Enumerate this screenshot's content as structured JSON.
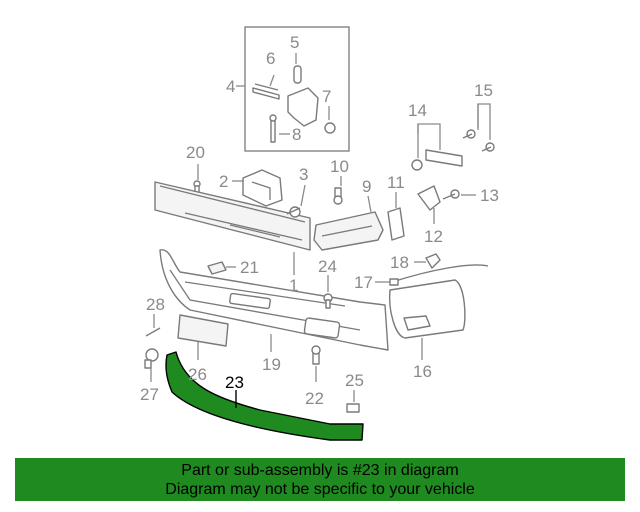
{
  "highlight": {
    "part_number": "23",
    "color": "#1f8a1f"
  },
  "callouts": {
    "c1": "1",
    "c2": "2",
    "c3": "3",
    "c4": "4",
    "c5": "5",
    "c6": "6",
    "c7": "7",
    "c8": "8",
    "c9": "9",
    "c10": "10",
    "c11": "11",
    "c12": "12",
    "c13": "13",
    "c14": "14",
    "c15": "15",
    "c16": "16",
    "c17": "17",
    "c18": "18",
    "c19": "19",
    "c20": "20",
    "c21": "21",
    "c22": "22",
    "c23": "23",
    "c24": "24",
    "c25": "25",
    "c26": "26",
    "c27": "27",
    "c28": "28"
  },
  "banner": {
    "line1": "Part or sub-assembly is #23 in diagram",
    "line2": "Diagram may not be specific to your vehicle",
    "background": "#1f8a1f"
  }
}
